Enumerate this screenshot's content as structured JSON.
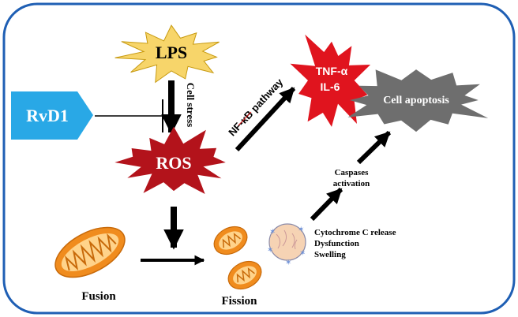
{
  "colors": {
    "frame": "#1f5fb4",
    "lps_fill": "#f7d56a",
    "ros_fill": "#b3131b",
    "tnf_fill": "#e0141e",
    "apoptosis_fill": "#6e6e6e",
    "rvd1_fill": "#29a8e6",
    "mito_outer": "#f08c1e",
    "mito_inner": "#ffd38a",
    "cell_fill": "#f6d3b4",
    "arrow": "#000000"
  },
  "nodes": {
    "lps": "LPS",
    "ros": "ROS",
    "rvd1": "RvD1",
    "tnf": "TNF-α",
    "il6": "IL-6",
    "apoptosis": "Cell apoptosis"
  },
  "edge_labels": {
    "cell_stress": "Cell stress",
    "nfkb": "NF-κB pathway",
    "caspases_line1": "Caspases",
    "caspases_line2": "activation"
  },
  "mitochondria": {
    "fusion": "Fusion",
    "fission": "Fission",
    "effects": [
      "Cytochrome C release",
      "Dysfunction",
      "Swelling"
    ]
  }
}
